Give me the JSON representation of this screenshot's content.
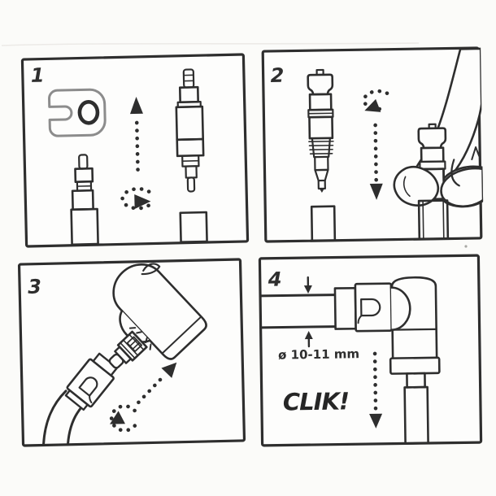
{
  "document": {
    "kind": "illustrated-instruction-sheet",
    "steps_total": 4
  },
  "colors": {
    "ink": "#2e2e2e",
    "paper": "#fdfdfc",
    "page_background": "#fbfbf9",
    "wrench_gray": "#8c8c8c"
  },
  "panels": [
    {
      "id": "step-1",
      "number": "1",
      "icons": [
        "core-wrench-icon",
        "presta-valve",
        "valve-core",
        "up-arrow-icon",
        "rotate-arrow-icon",
        "valve-stub"
      ]
    },
    {
      "id": "step-2",
      "number": "2",
      "icons": [
        "valve-adapter",
        "rotate-arrow-icon",
        "down-arrow-icon",
        "hand-fingers",
        "valve-stub"
      ]
    },
    {
      "id": "step-3",
      "number": "3",
      "icons": [
        "pump-hose",
        "hose-connector",
        "valve-adapter",
        "pump-head",
        "diagonal-arrow-icon",
        "rotate-arrow-icon"
      ]
    },
    {
      "id": "step-4",
      "number": "4",
      "diameter_label": "ø 10-11 mm",
      "sound_label": "CLIK!",
      "icons": [
        "pump-hose",
        "hose-connector",
        "pump-head",
        "diameter-arrows-icon",
        "down-arrow-icon",
        "threaded-hose"
      ]
    }
  ]
}
